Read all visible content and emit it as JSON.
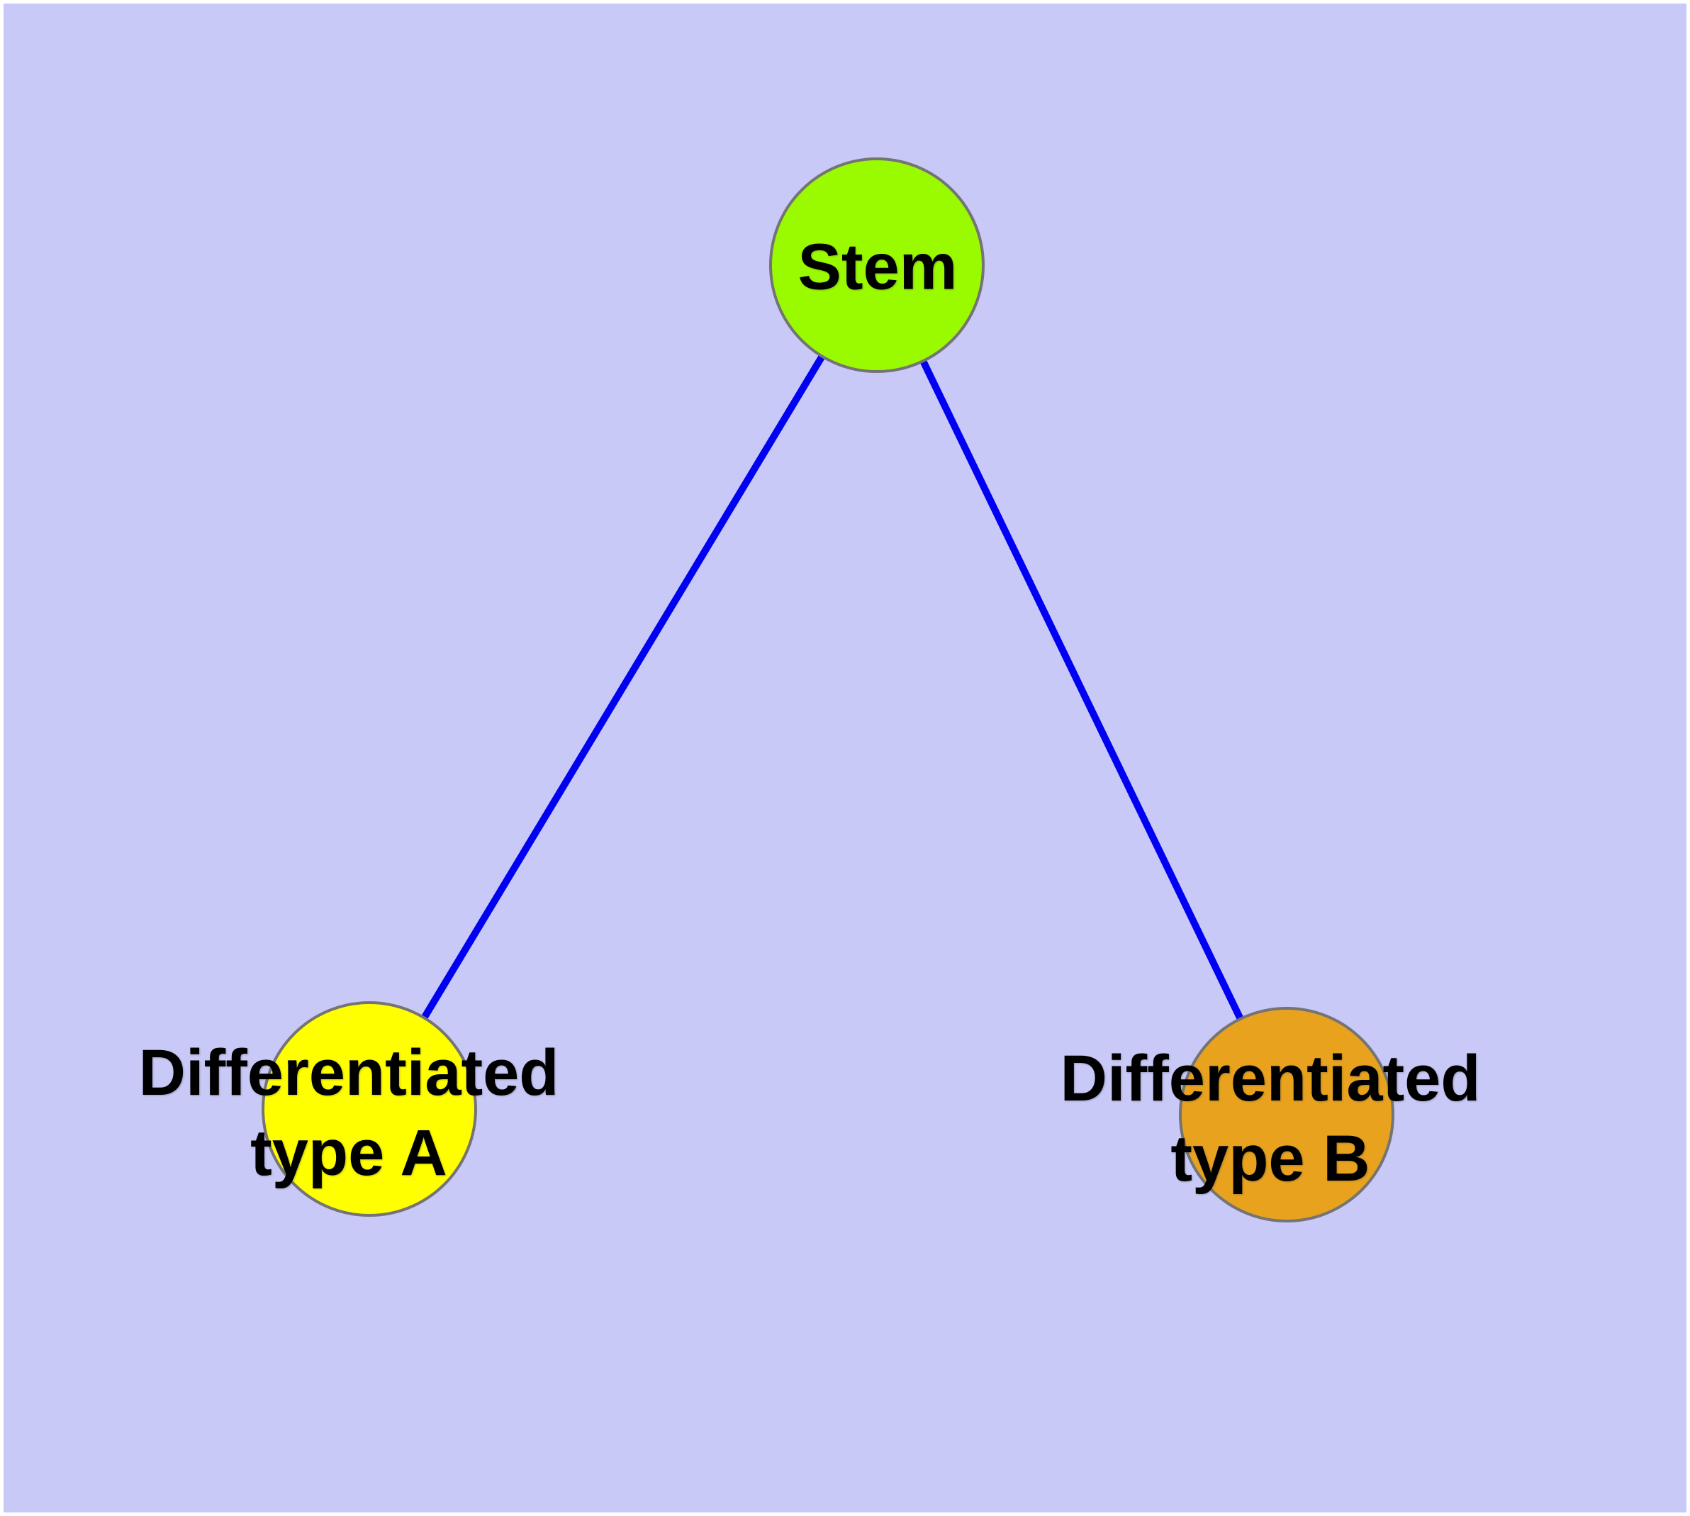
{
  "diagram": {
    "type": "node-link-graph",
    "background_color": "#C9C9F8",
    "frame_color": "#FFFFFF",
    "edge_color": "#0000F2",
    "node_border_color": "#747474",
    "label_color": "#000000",
    "nodes": [
      {
        "id": "stem",
        "label": "Stem",
        "fill": "#9AFB00"
      },
      {
        "id": "differentiated-type-a",
        "label_line1": "Differentiated",
        "label_line2": "type A",
        "fill": "#FFFF00"
      },
      {
        "id": "differentiated-type-b",
        "label_line1": "Differentiated",
        "label_line2": "type B",
        "fill": "#E8A21E"
      }
    ],
    "edges": [
      {
        "from": "stem",
        "to": "differentiated-type-a"
      },
      {
        "from": "stem",
        "to": "differentiated-type-b"
      }
    ]
  }
}
